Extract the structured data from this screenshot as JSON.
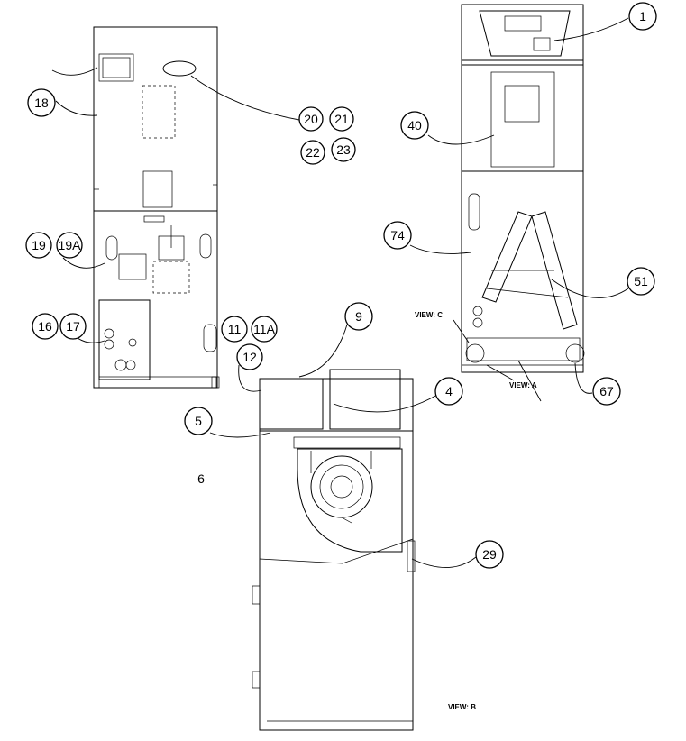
{
  "callouts": {
    "c1": "1",
    "c40": "40",
    "c74": "74",
    "c51": "51",
    "c67": "67",
    "c18": "18",
    "c20": "20",
    "c21": "21",
    "c22": "22",
    "c23": "23",
    "c19": "19",
    "c19a": "19A",
    "c16": "16",
    "c17": "17",
    "c11": "11",
    "c11a": "11A",
    "c12": "12",
    "c9": "9",
    "c4": "4",
    "c5": "5",
    "c29": "29",
    "c6": "6"
  },
  "labels": {
    "view_c": "VIEW: C",
    "view_a": "VIEW: A",
    "view_b": "VIEW: B"
  }
}
